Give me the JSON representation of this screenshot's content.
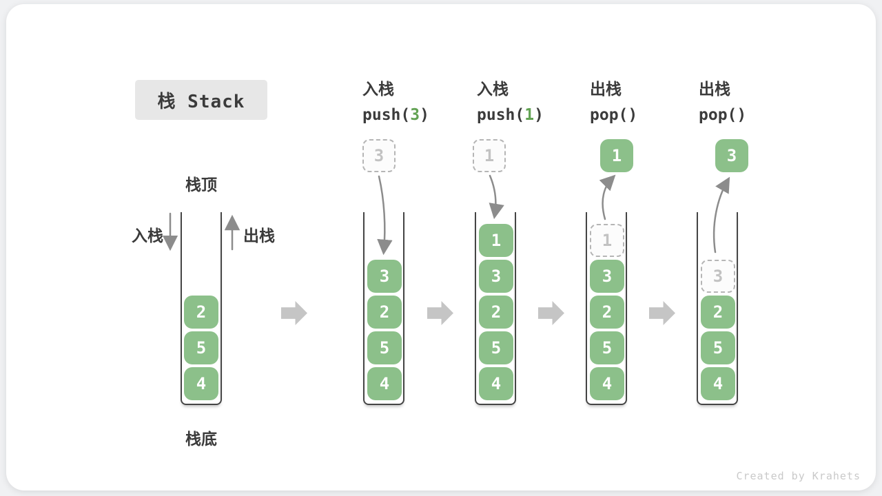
{
  "page": {
    "credit": "Created by Krahets"
  },
  "title": {
    "label": "栈 Stack"
  },
  "legend": {
    "stack_top": "栈顶",
    "stack_bottom": "栈底",
    "push": "入栈",
    "pop": "出栈"
  },
  "operations": [
    {
      "label": "入栈",
      "code": "push(",
      "arg": "3",
      "close": ")"
    },
    {
      "label": "入栈",
      "code": "push(",
      "arg": "1",
      "close": ")"
    },
    {
      "label": "出栈",
      "code": "pop(",
      "arg": "",
      "close": ")"
    },
    {
      "label": "出栈",
      "code": "pop(",
      "arg": "",
      "close": ")"
    }
  ],
  "stacks": [
    {
      "items": [
        {
          "v": "2"
        },
        {
          "v": "5"
        },
        {
          "v": "4"
        }
      ]
    },
    {
      "floating": {
        "value": "3",
        "style": "dashed"
      },
      "items": [
        {
          "v": "3"
        },
        {
          "v": "2"
        },
        {
          "v": "5"
        },
        {
          "v": "4"
        }
      ]
    },
    {
      "floating": {
        "value": "1",
        "style": "dashed"
      },
      "items": [
        {
          "v": "1"
        },
        {
          "v": "3"
        },
        {
          "v": "2"
        },
        {
          "v": "5"
        },
        {
          "v": "4"
        }
      ]
    },
    {
      "floating": {
        "value": "1",
        "style": "solid"
      },
      "items": [
        {
          "v": "1",
          "ghost": true
        },
        {
          "v": "3"
        },
        {
          "v": "2"
        },
        {
          "v": "5"
        },
        {
          "v": "4"
        }
      ]
    },
    {
      "floating": {
        "value": "3",
        "style": "solid"
      },
      "items": [
        {
          "v": "3",
          "ghost": true
        },
        {
          "v": "2"
        },
        {
          "v": "5"
        },
        {
          "v": "4"
        }
      ]
    }
  ],
  "colors": {
    "item_green": "#8cc08a",
    "code_arg_green": "#62a253",
    "arrow_gray": "#8c8c8c",
    "block_arrow_gray": "#c5c5c5",
    "text_dark": "#3b3b3b",
    "ghost_gray": "#c2c2c2"
  }
}
